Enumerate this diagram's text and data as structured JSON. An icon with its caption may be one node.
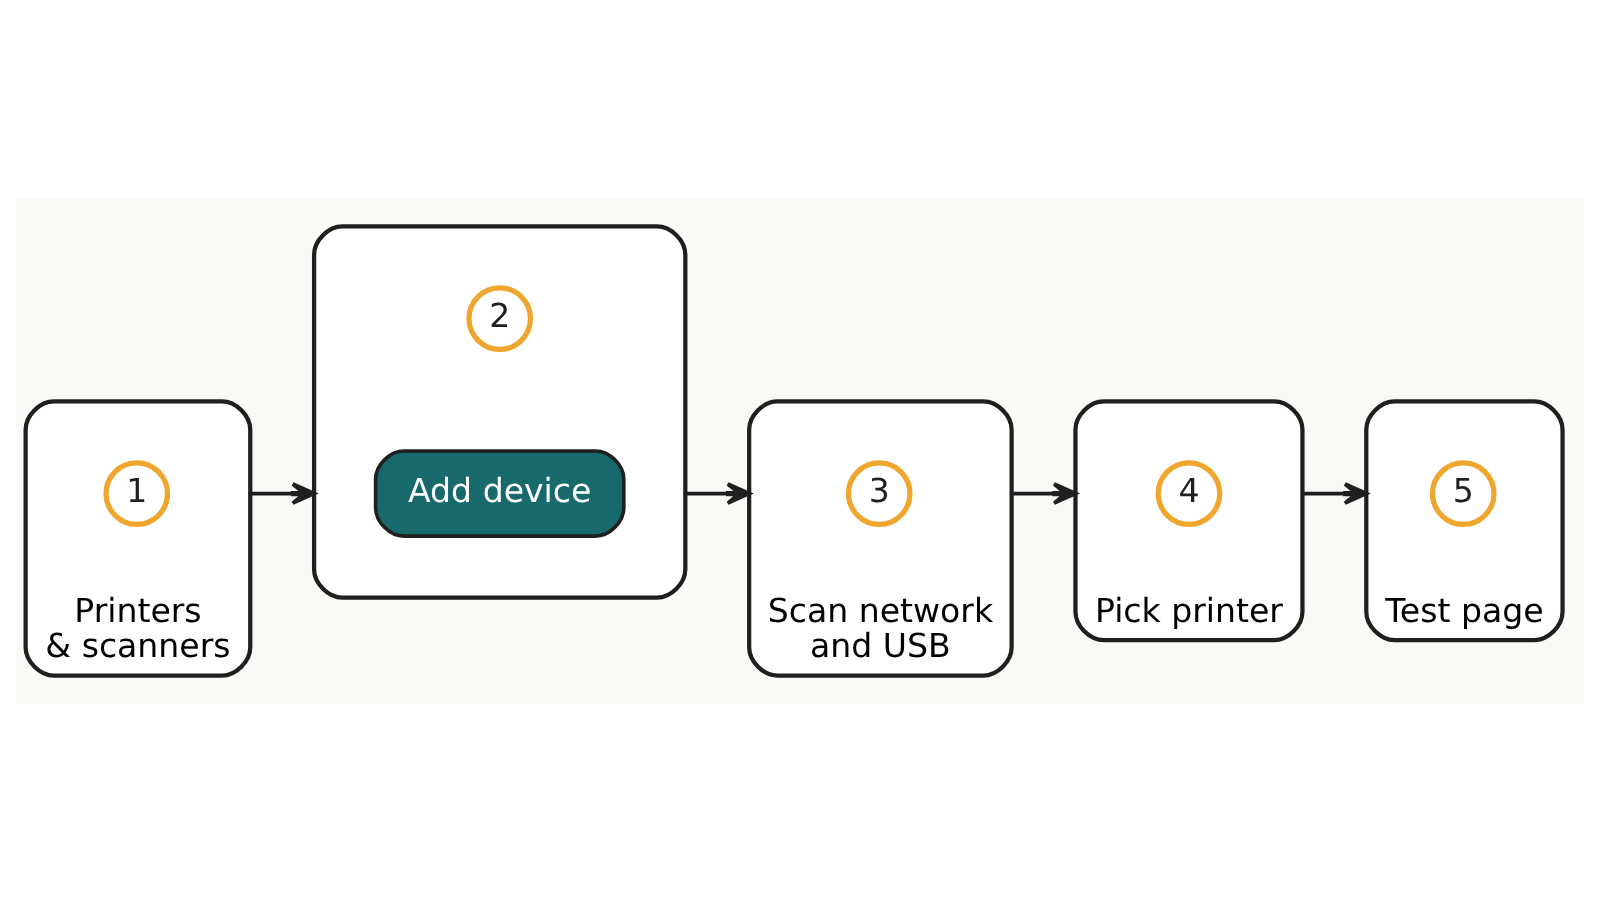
{
  "diagram": {
    "nodes": [
      {
        "text": [
          "Printers & scanners"
        ]
      },
      {
        "text": [
          "1"
        ],
        "in": 0
      },
      {
        "text": [],
        "shape": "box"
      },
      {
        "text": [
          "2"
        ],
        "in": 2
      },
      {
        "text": [
          "Add device"
        ],
        "in": 2
      },
      {
        "text": [
          "Scan network and USB"
        ]
      },
      {
        "text": [
          "3"
        ],
        "in": 5
      },
      {
        "text": [
          "Pick printer"
        ]
      },
      {
        "text": [
          "4"
        ],
        "in": 7
      },
      {
        "text": [
          "Test page"
        ]
      },
      {
        "text": [
          "5"
        ],
        "in": 9
      }
    ],
    "edges": [
      {
        "from": 0,
        "to": 2,
        "arrow": "to"
      },
      {
        "from": 2,
        "to": 5,
        "arrow": "to"
      },
      {
        "from": 5,
        "to": 7,
        "arrow": "to"
      },
      {
        "from": 7,
        "to": 9,
        "arrow": "to"
      }
    ]
  }
}
